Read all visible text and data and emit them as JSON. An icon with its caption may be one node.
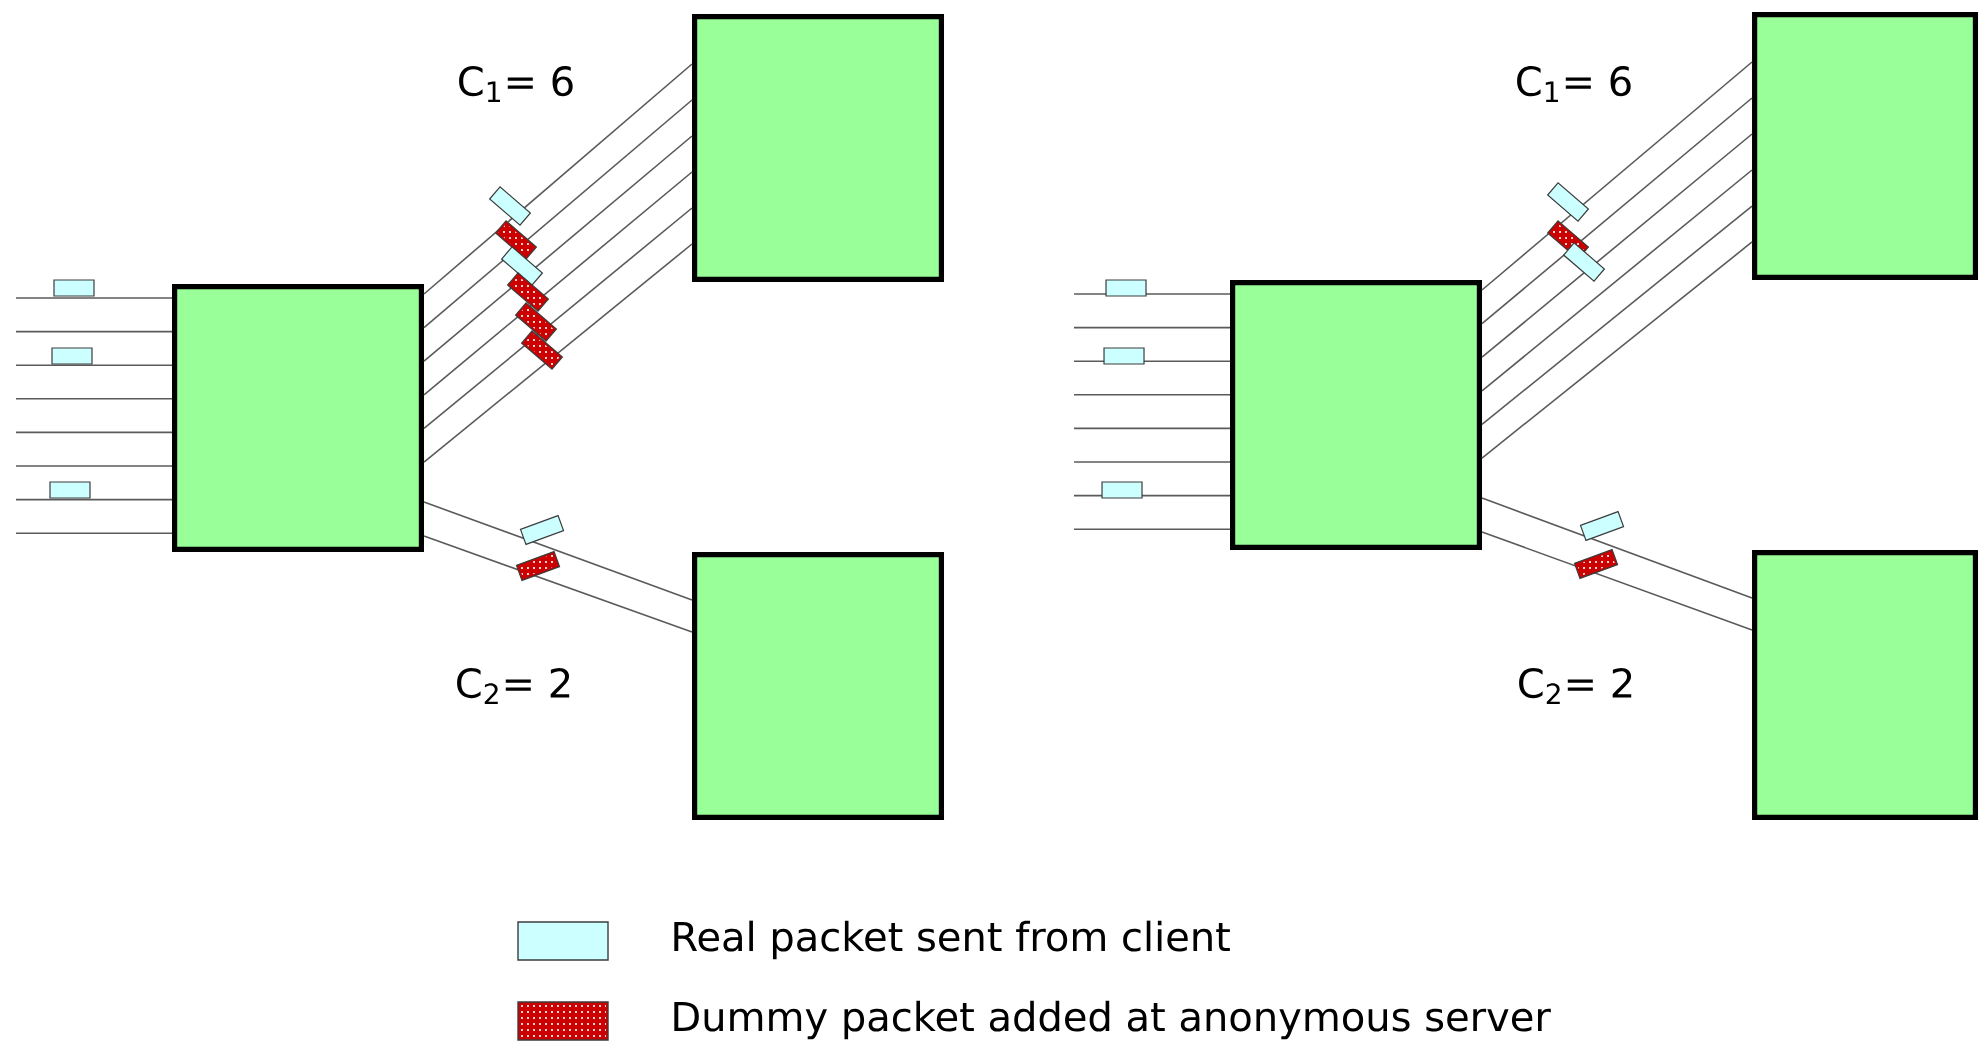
{
  "diagram": {
    "nodes": [
      {
        "text": [],
        "shape": "box"
      },
      {
        "text": [],
        "shape": "box"
      },
      {
        "text": [],
        "shape": "box"
      },
      {
        "text": [],
        "shape": "box"
      },
      {
        "text": [],
        "shape": "box"
      },
      {
        "text": [],
        "shape": "box"
      }
    ],
    "edges": [
      {
        "from": null,
        "to": 0,
        "arrow": "none"
      },
      {
        "from": null,
        "to": 0,
        "arrow": "none"
      },
      {
        "from": null,
        "to": 0,
        "arrow": "none"
      },
      {
        "from": null,
        "to": 0,
        "arrow": "none"
      },
      {
        "from": null,
        "to": 0,
        "arrow": "none"
      },
      {
        "from": null,
        "to": 0,
        "arrow": "none"
      },
      {
        "from": null,
        "to": 0,
        "arrow": "none"
      },
      {
        "from": null,
        "to": 0,
        "arrow": "none"
      },
      {
        "from": 0,
        "to": 1,
        "arrow": "none"
      },
      {
        "from": 0,
        "to": 1,
        "arrow": "none"
      },
      {
        "from": 0,
        "to": 1,
        "arrow": "none"
      },
      {
        "from": 0,
        "to": 1,
        "arrow": "none"
      },
      {
        "from": 0,
        "to": 1,
        "arrow": "none"
      },
      {
        "from": 0,
        "to": 1,
        "arrow": "none"
      },
      {
        "from": 0,
        "to": 2,
        "arrow": "none"
      },
      {
        "from": 0,
        "to": 2,
        "arrow": "none"
      },
      {
        "from": null,
        "to": 3,
        "arrow": "none"
      },
      {
        "from": null,
        "to": 3,
        "arrow": "none"
      },
      {
        "from": null,
        "to": 3,
        "arrow": "none"
      },
      {
        "from": null,
        "to": 3,
        "arrow": "none"
      },
      {
        "from": null,
        "to": 3,
        "arrow": "none"
      },
      {
        "from": null,
        "to": 3,
        "arrow": "none"
      },
      {
        "from": null,
        "to": 3,
        "arrow": "none"
      },
      {
        "from": null,
        "to": 3,
        "arrow": "none"
      },
      {
        "from": 3,
        "to": 4,
        "arrow": "none"
      },
      {
        "from": 3,
        "to": 4,
        "arrow": "none"
      },
      {
        "from": 3,
        "to": 4,
        "arrow": "none"
      },
      {
        "from": 3,
        "to": 4,
        "arrow": "none"
      },
      {
        "from": 3,
        "to": 4,
        "arrow": "none"
      },
      {
        "from": 3,
        "to": 4,
        "arrow": "none"
      },
      {
        "from": 3,
        "to": 5,
        "arrow": "none"
      },
      {
        "from": 3,
        "to": 5,
        "arrow": "none"
      }
    ],
    "labels": [
      "C$_{1}$= 6",
      "C$_{2}$= 2",
      "C$_{1}$= 6",
      "C$_{2}$= 2"
    ],
    "legend": [
      {
        "text": "Real packet sent from client",
        "color": "#ccffff"
      },
      {
        "text": "Dummy packet added at anonymous server",
        "color": "#cc0000"
      }
    ]
  }
}
